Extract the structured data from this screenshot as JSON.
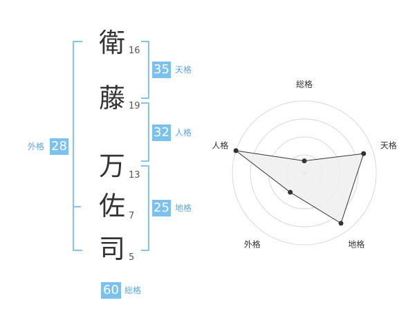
{
  "name": [
    {
      "char": "衛",
      "strokes": "16"
    },
    {
      "char": "藤",
      "strokes": "19"
    },
    {
      "char": "万",
      "strokes": "13"
    },
    {
      "char": "佐",
      "strokes": "7"
    },
    {
      "char": "司",
      "strokes": "5"
    }
  ],
  "fortunes": {
    "tenkaku": {
      "value": "35",
      "label": "天格"
    },
    "jinkaku": {
      "value": "32",
      "label": "人格"
    },
    "chikaku": {
      "value": "25",
      "label": "地格"
    },
    "gaikaku": {
      "value": "28",
      "label": "外格"
    },
    "soukaku": {
      "value": "60",
      "label": "総格"
    }
  },
  "chart_data": {
    "type": "radar",
    "axes": [
      "総格",
      "天格",
      "地格",
      "外格",
      "人格"
    ],
    "values": [
      0.5,
      2.6,
      2.6,
      1.0,
      3.0
    ],
    "max": 3.0,
    "rings": 4
  },
  "colors": {
    "accent": "#7cc0ee",
    "bracket": "#86c4ec",
    "fill": "#eeeeee"
  }
}
